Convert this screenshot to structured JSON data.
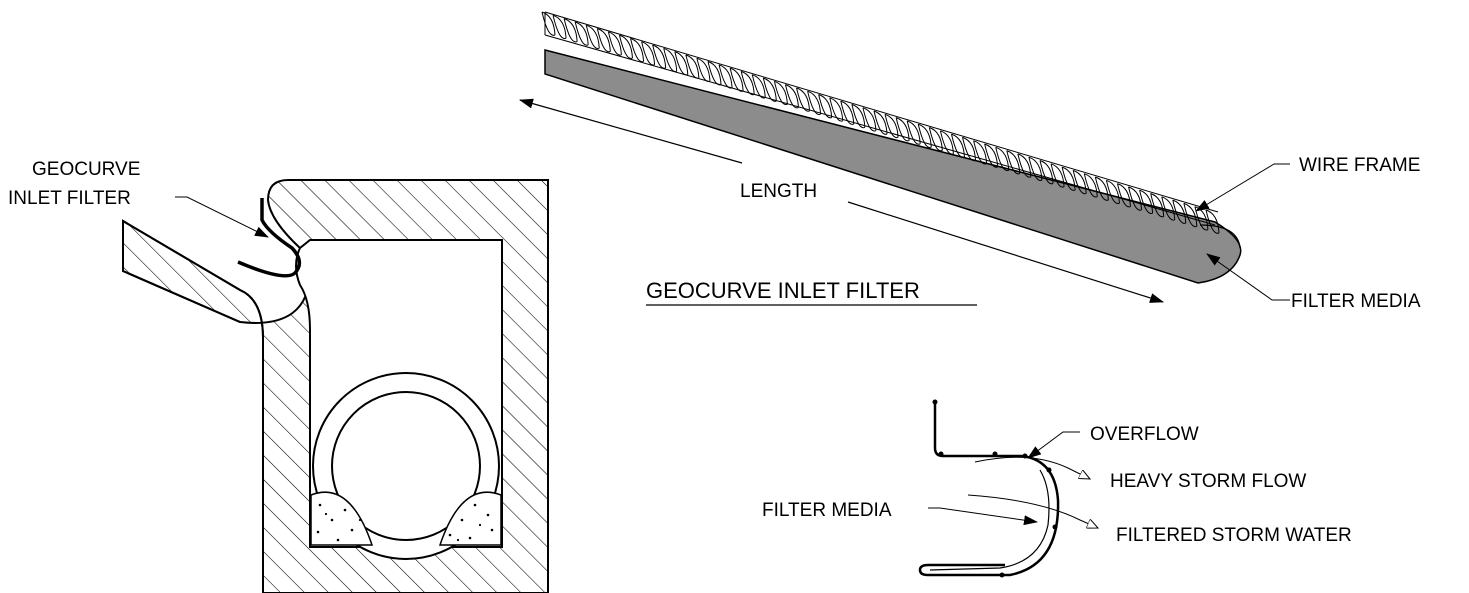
{
  "labels": {
    "geocurve_inlet_filter_line1": "GEOCURVE",
    "geocurve_inlet_filter_line2": "INLET FILTER",
    "length": "LENGTH",
    "wire_frame": "WIRE FRAME",
    "filter_media_top": "FILTER MEDIA",
    "title": "GEOCURVE INLET FILTER",
    "overflow": "OVERFLOW",
    "heavy_storm_flow": "HEAVY STORM FLOW",
    "filter_media_detail": "FILTER MEDIA",
    "filtered_storm_water": "FILTERED STORM WATER"
  },
  "colors": {
    "ink": "#000000",
    "media_fill": "#8c8c8c",
    "background": "#ffffff"
  }
}
